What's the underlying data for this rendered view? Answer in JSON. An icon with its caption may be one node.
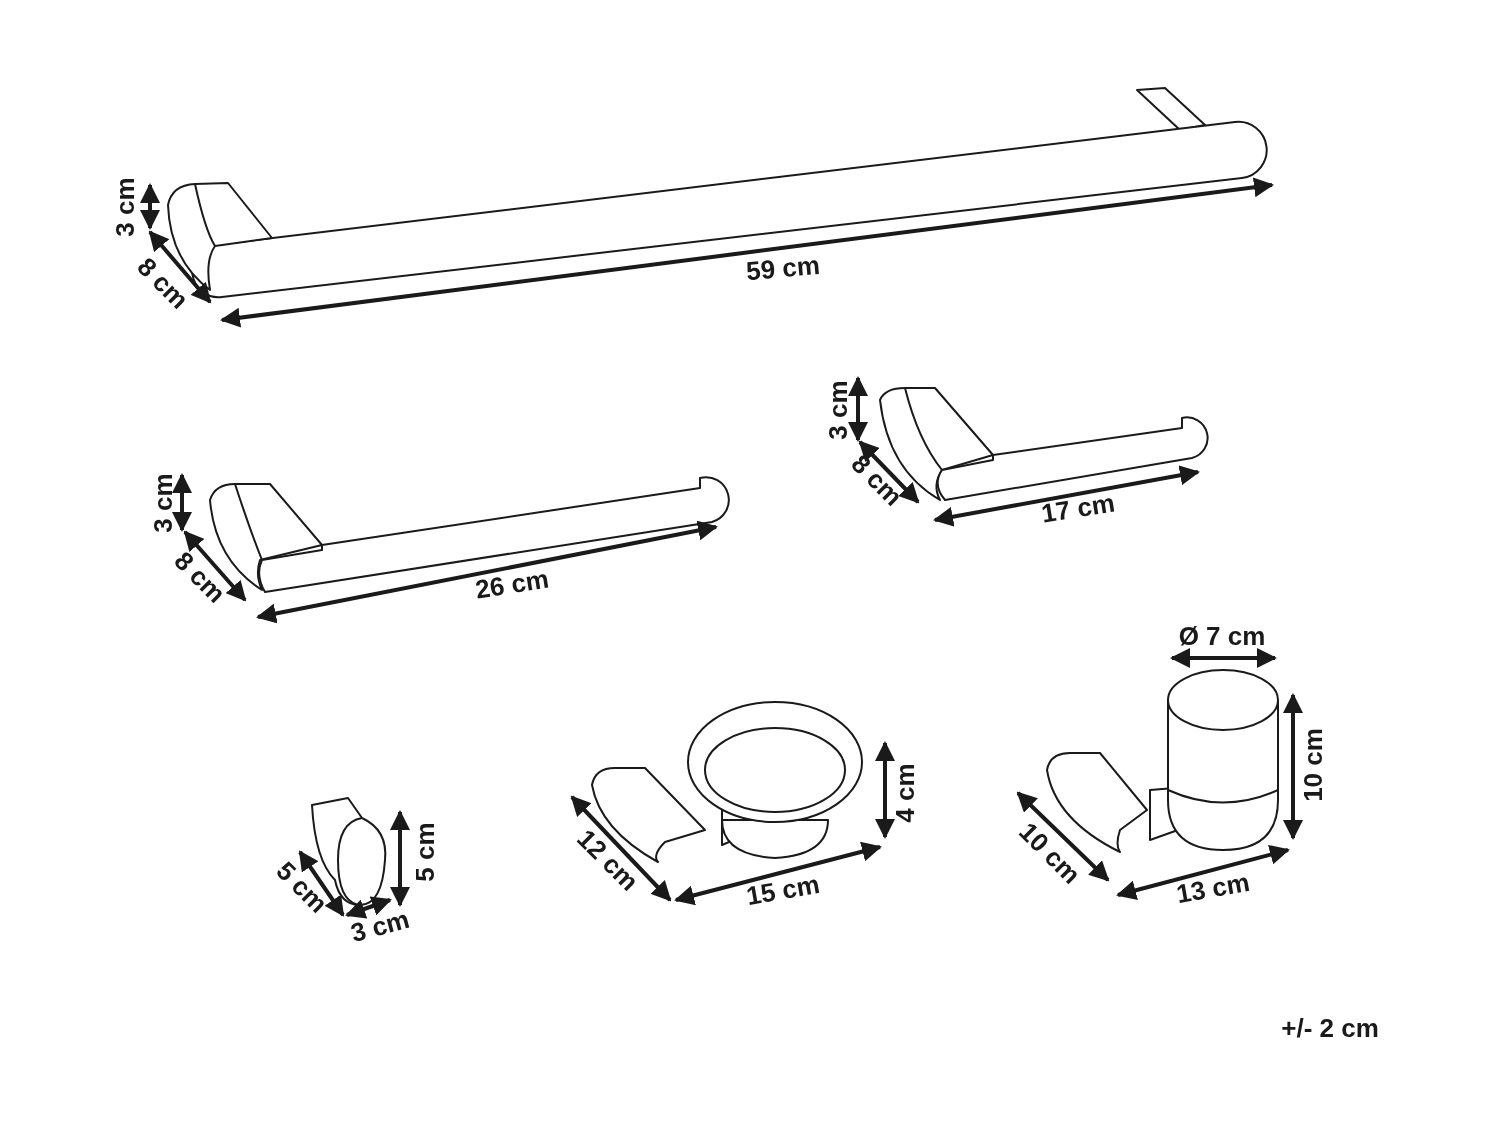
{
  "diagram": {
    "labels": [
      "3 cm",
      "8 cm",
      "59 cm",
      "3 cm",
      "8 cm",
      "17 cm",
      "3 cm",
      "8 cm",
      "26 cm",
      "Ø 7 cm",
      "10 cm",
      "4 cm",
      "5 cm",
      "5 cm",
      "12 cm",
      "10 cm",
      "15 cm",
      "13 cm",
      "3 cm",
      "+/- 2 cm"
    ]
  }
}
